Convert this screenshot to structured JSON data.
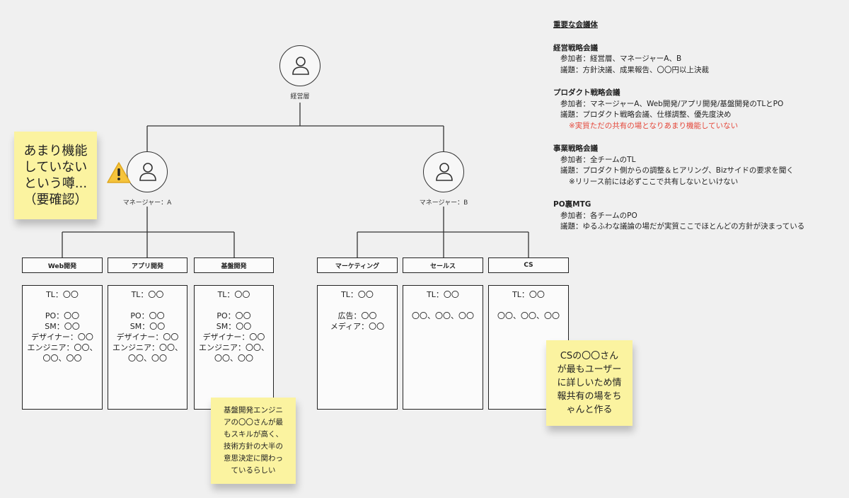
{
  "org": {
    "executive": {
      "label": "経営層",
      "icon": "person-icon"
    },
    "manager_a": {
      "label": "マネージャー：A",
      "icon": "person-icon"
    },
    "manager_b": {
      "label": "マネージャー：B",
      "icon": "person-icon"
    }
  },
  "teams": [
    {
      "name": "Web開発",
      "tl": "TL：〇〇",
      "lines": [
        "PO：〇〇",
        "SM：〇〇",
        "デザイナー：〇〇",
        "エンジニア：〇〇、",
        "〇〇、〇〇"
      ]
    },
    {
      "name": "アプリ開発",
      "tl": "TL：〇〇",
      "lines": [
        "PO：〇〇",
        "SM：〇〇",
        "デザイナー：〇〇",
        "エンジニア：〇〇、",
        "〇〇、〇〇"
      ]
    },
    {
      "name": "基盤開発",
      "tl": "TL：〇〇",
      "lines": [
        "PO：〇〇",
        "SM：〇〇",
        "デザイナー：〇〇",
        "エンジニア：〇〇、",
        "〇〇、〇〇"
      ]
    },
    {
      "name": "マーケティング",
      "tl": "TL：〇〇",
      "lines": [
        "広告：〇〇",
        "メディア：〇〇"
      ]
    },
    {
      "name": "セールス",
      "tl": "TL：〇〇",
      "lines": [
        "〇〇、〇〇、〇〇"
      ]
    },
    {
      "name": "CS",
      "tl": "TL：〇〇",
      "lines": [
        "〇〇、〇〇、〇〇"
      ]
    }
  ],
  "stickies": {
    "manager_note": "あまり機能\nしていない\nという噂...\n（要確認）",
    "infra_note": "基盤開発エンジニ\nアの〇〇さんが最\nもスキルが高く、\n技術方針の大半の\n意思決定に関わっ\nているらしい",
    "cs_note": "CSの〇〇さん\nが最もユーザー\nに詳しいため情\n報共有の場をち\nゃんと作る"
  },
  "warning_icon": "warning-icon",
  "colors": {
    "note_red": "#e4473a",
    "sticky": "#fbf3a0",
    "warning": "#f5c33b"
  },
  "meetings_panel": {
    "title": "重要な会議体",
    "meetings": [
      {
        "title": "経営戦略会議",
        "lines": [
          {
            "text": "参加者：経営層、マネージャーA、B"
          },
          {
            "text": "議題：方針決議、成果報告、〇〇円以上決裁"
          }
        ]
      },
      {
        "title": "プロダクト戦略会議",
        "lines": [
          {
            "text": "参加者：マネージャーA、Web開発/アプリ開発/基盤開発のTLとPO"
          },
          {
            "text": "議題：プロダクト戦略会議、仕様調整、優先度決め"
          },
          {
            "text": "※実質ただの共有の場となりあまり機能していない",
            "style": "note red"
          }
        ]
      },
      {
        "title": "事業戦略会議",
        "lines": [
          {
            "text": "参加者：全チームのTL"
          },
          {
            "text": "議題：プロダクト側からの調整＆ヒアリング、Bizサイドの要求を聞く"
          },
          {
            "text": "※リリース前には必ずここで共有しないといけない",
            "style": "note"
          }
        ]
      },
      {
        "title": "PO裏MTG",
        "lines": [
          {
            "text": "参加者：各チームのPO"
          },
          {
            "text": "議題：ゆるふわな議論の場だが実質ここでほとんどの方針が決まっている"
          }
        ]
      }
    ]
  }
}
